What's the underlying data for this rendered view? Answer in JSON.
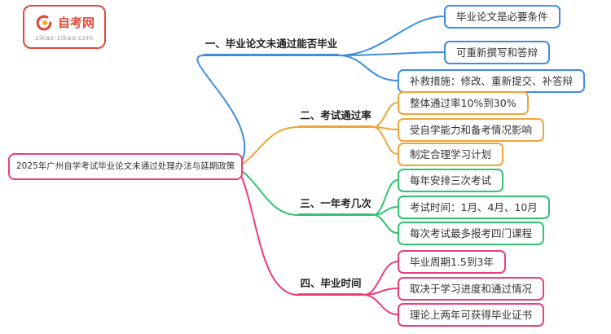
{
  "logo": {
    "title": "自考网",
    "subtitle": "zikao-zikao.com",
    "color": "#e2483a",
    "accent": "#f5a623"
  },
  "root": {
    "label": "2025年广州自学考试毕业论文未通过处理办法与延期政策",
    "color": "#ec3e78"
  },
  "branches": [
    {
      "label": "一、毕业论文未通过能否毕业",
      "color": "#3e8ee0",
      "children": [
        "毕业论文是必要条件",
        "可重新撰写和答辩",
        "补救措施：修改、重新提交、补答辩"
      ]
    },
    {
      "label": "二、考试通过率",
      "color": "#efa53a",
      "children": [
        "整体通过率10%到30%",
        "受自学能力和备考情况影响",
        "制定合理学习计划"
      ]
    },
    {
      "label": "三、一年考几次",
      "color": "#32c373",
      "children": [
        "每年安排三次考试",
        "考试时间：1月、4月、10月",
        "每次考试最多报考四门课程"
      ]
    },
    {
      "label": "四、毕业时间",
      "color": "#ec3e78",
      "children": [
        "毕业周期1.5到3年",
        "取决于学习进度和通过情况",
        "理论上两年可获得毕业证书"
      ]
    }
  ]
}
